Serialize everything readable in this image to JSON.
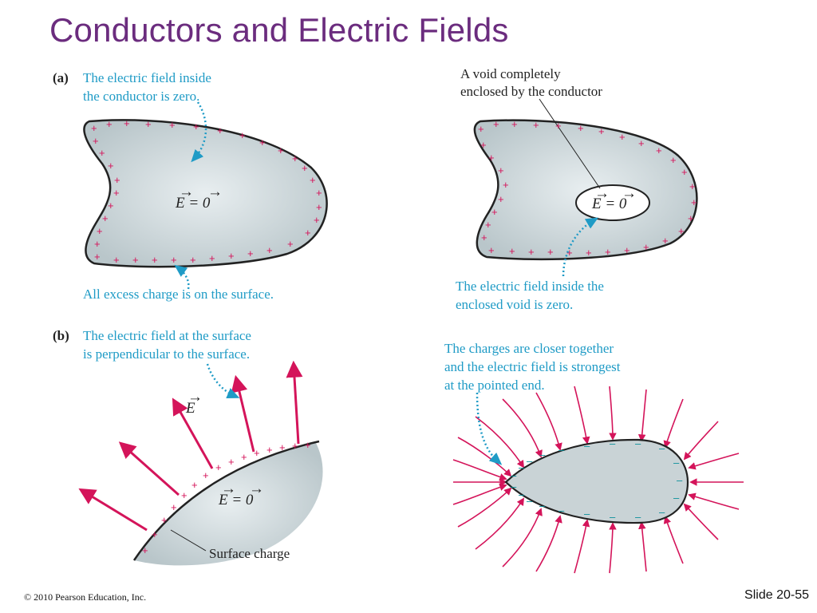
{
  "title": "Conductors and Electric Fields",
  "panel_a": {
    "label": "(a)",
    "caption_top_line1": "The electric field inside",
    "caption_top_line2": "the conductor is zero.",
    "caption_bottom": "All excess charge is on the surface.",
    "field_eq": "E = 0",
    "void_label_line1": "A void completely",
    "void_label_line2": "enclosed by the conductor",
    "void_eq": "E = 0",
    "void_caption_line1": "The electric field inside the",
    "void_caption_line2": "enclosed void is zero."
  },
  "panel_b": {
    "label": "(b)",
    "caption_line1": "The electric field at the surface",
    "caption_line2": "is perpendicular to the surface.",
    "field_symbol": "E",
    "field_eq": "E = 0",
    "surface_label": "Surface charge",
    "point_caption_line1": "The charges are closer together",
    "point_caption_line2": "and the electric field is strongest",
    "point_caption_line3": "at the pointed end."
  },
  "symbols": {
    "plus": "+",
    "minus": "–"
  },
  "colors": {
    "title": "#6b2c7e",
    "caption": "#1f9bc6",
    "arrow": "#d4145a",
    "conductor_fill": "#c9d3d6",
    "negative": "#0a8f9a"
  },
  "footer": {
    "copyright": "© 2010 Pearson Education, Inc.",
    "slide": "Slide 20-55"
  }
}
